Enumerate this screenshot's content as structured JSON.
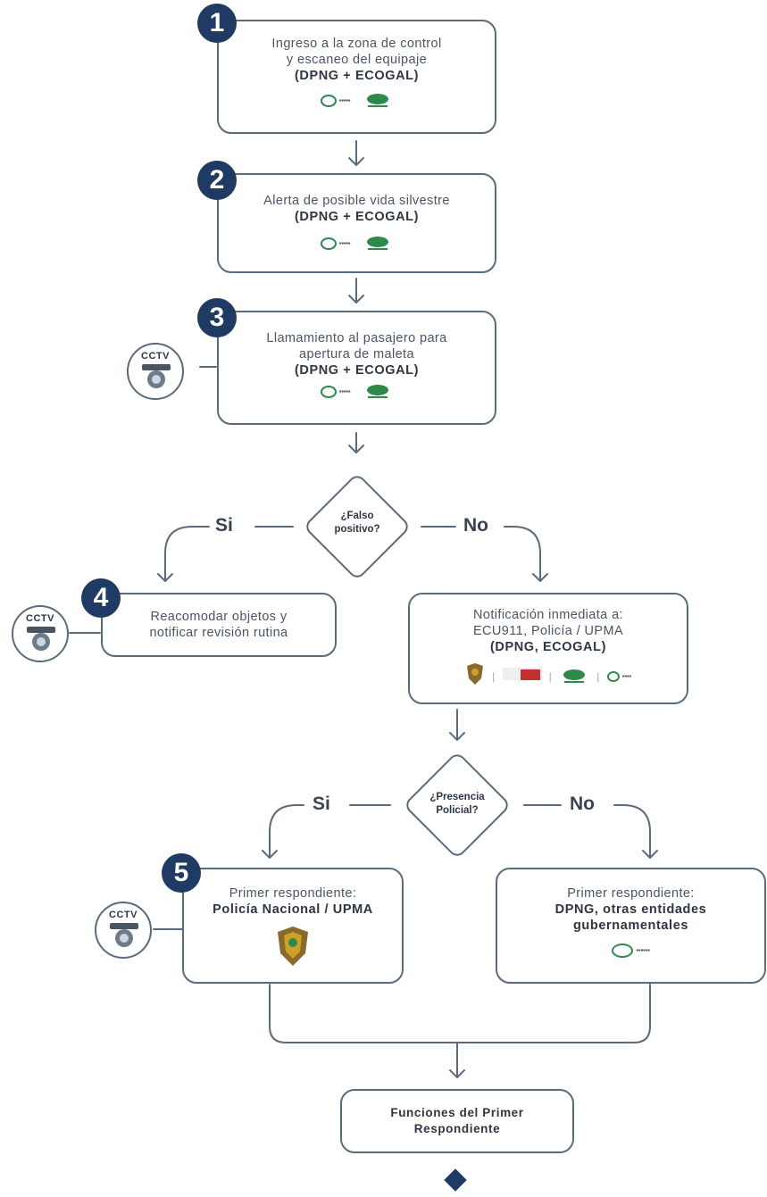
{
  "colors": {
    "accent": "#1f3a63",
    "border": "#5c6b7b",
    "green": "#2d8a4a",
    "red": "#c43030"
  },
  "steps": [
    {
      "number": "1",
      "line1": "Ingreso a la zona de control",
      "line2": "y escaneo del equipaje",
      "bold": "(DPNG + ECOGAL)"
    },
    {
      "number": "2",
      "line1": "Alerta de posible vida silvestre",
      "bold": "(DPNG + ECOGAL)"
    },
    {
      "number": "3",
      "line1": "Llamamiento al pasajero para",
      "line2": "apertura de maleta",
      "bold": "(DPNG + ECOGAL)"
    },
    {
      "number": "4",
      "line1": "Reacomodar objetos y",
      "line2": "notificar revisión rutina"
    },
    {
      "number": "5",
      "line1": "Primer respondiente:",
      "bold": "Policía Nacional / UPMA"
    }
  ],
  "notify": {
    "line1": "Notificación inmediata a:",
    "line2": "ECU911, Policía / UPMA",
    "bold": "(DPNG, ECOGAL)"
  },
  "alt_responder": {
    "line1": "Primer respondiente:",
    "bold1": "DPNG, otras entidades",
    "bold2": "gubernamentales"
  },
  "decisions": [
    {
      "line1": "¿Falso",
      "line2": "positivo?",
      "yes": "Si",
      "no": "No"
    },
    {
      "line1": "¿Presencia",
      "line2": "Policial?",
      "yes": "Si",
      "no": "No"
    }
  ],
  "cctv_label": "CCTV",
  "final": {
    "line1": "Funciones del Primer",
    "line2": "Respondiente"
  },
  "icons": {
    "cctv": "cctv-camera-icon",
    "end": "end-diamond-icon",
    "dpng": "dpng-logo",
    "ecogal": "ecogal-logo",
    "police": "police-emblem"
  }
}
